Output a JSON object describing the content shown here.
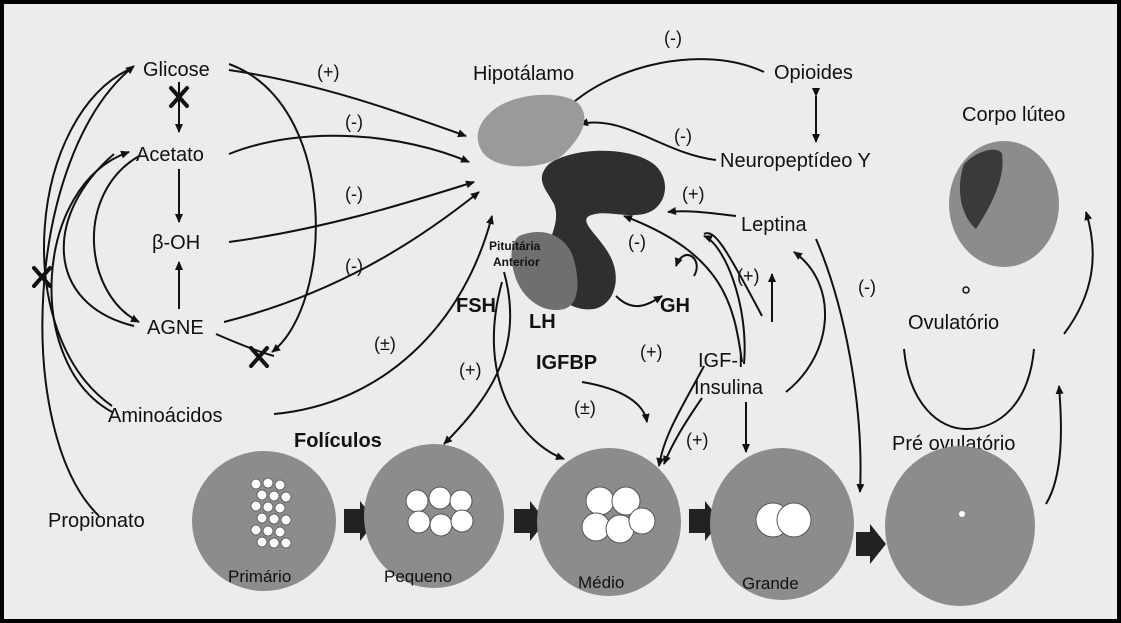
{
  "labels": {
    "glicose": "Glicose",
    "acetato": "Acetato",
    "beta_oh": "β-OH",
    "agne": "AGNE",
    "aminoacidos": "Aminoácidos",
    "propionato": "Propionato",
    "hipotalamo": "Hipotálamo",
    "opioides": "Opioides",
    "neuropeptideo": "Neuropeptídeo Y",
    "leptina": "Leptina",
    "pituitaria_1": "Pituitária",
    "pituitaria_2": "Anterior",
    "fsh": "FSH",
    "lh": "LH",
    "gh": "GH",
    "igfbp": "IGFBP",
    "igf1": "IGF-I",
    "insulina": "Insulina",
    "foliculos": "Folículos",
    "corpo_luteo": "Corpo lúteo",
    "ovulatorio": "Ovulatório",
    "pre_ovulatorio": "Pré ovulatório"
  },
  "signs": {
    "plus": "(+)",
    "minus": "(-)",
    "plusminus": "(±)"
  },
  "follicles": [
    "Primário",
    "Pequeno",
    "Médio",
    "Grande"
  ],
  "colors": {
    "hypothalamus": "#9a9a9a",
    "pituitary": "#2f2f2f",
    "follicle": "#8c8c8c",
    "background": "#ececec"
  }
}
